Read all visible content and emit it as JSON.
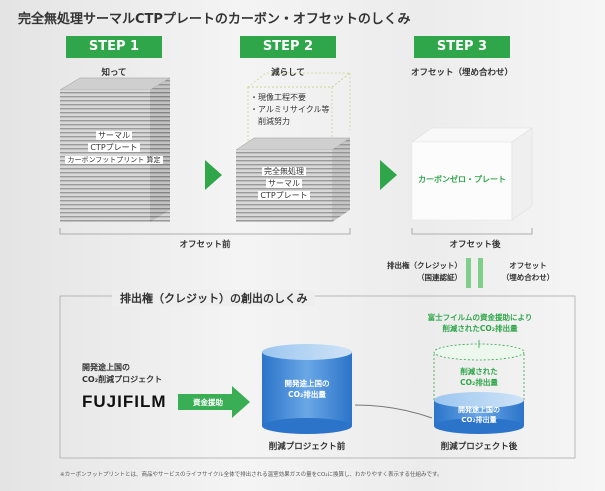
{
  "title": "完全無処理サーマルCTPプレートのカーボン・オフセットのしくみ",
  "steps": [
    {
      "label": "STEP 1",
      "sub": "知って"
    },
    {
      "label": "STEP 2",
      "sub": "減らして"
    },
    {
      "label": "STEP 3",
      "sub": "オフセット（埋め合わせ）"
    }
  ],
  "cube1": {
    "line1": "サーマル",
    "line2": "CTPプレート",
    "line3": "カーボンフットプリント 算定"
  },
  "cube2_top": {
    "line1": "・現像工程不要",
    "line2": "・アルミリサイクル等",
    "line3": "削減努力"
  },
  "cube2_label": {
    "line1": "完全無処理",
    "line2": "サーマル",
    "line3": "CTPプレート"
  },
  "cube3_label": "カーボンゼロ・プレート",
  "offset_before": "オフセット前",
  "offset_after": "オフセット後",
  "credit_label": {
    "line1": "排出権（クレジット）",
    "line2": "（国連認証）"
  },
  "offset_label": {
    "line1": "オフセット",
    "line2": "（埋め合わせ）"
  },
  "section_title": "排出権（クレジット）の創出のしくみ",
  "project_label": {
    "line1": "開発途上国の",
    "line2": "CO₂削減プロジェクト"
  },
  "brand": "FUJIFILM",
  "funding_label": "資金援助",
  "cyl1": {
    "line1": "開発途上国の",
    "line2": "CO₂排出量",
    "caption": "削減プロジェクト前"
  },
  "cyl2": {
    "top_note1": "富士フイルムの資金援助により",
    "top_note2": "削減されたCO₂排出量",
    "mid1": "削減された",
    "mid2": "CO₂排出量",
    "low1": "開発途上国の",
    "low2": "CO₂排出量",
    "caption": "削減プロジェクト後"
  },
  "footnote": "※カーボンフットプリントとは、商品やサービスのライフサイクル全体で排出される温室効果ガスの量をCO₂に換算し、わかりやすく表示する仕組みです。",
  "colors": {
    "green": "#2fa64a",
    "blue": "#1e6fc2",
    "cyl_blue": "#4a90d9"
  }
}
